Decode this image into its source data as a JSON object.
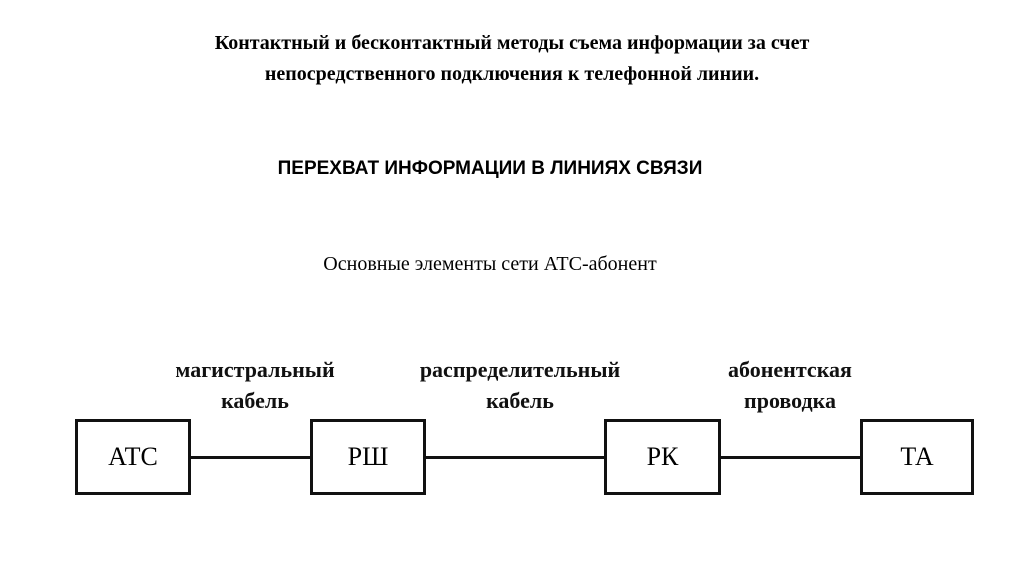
{
  "title": {
    "line1": "Контактный и бесконтактный методы съема информации за счет",
    "line2": "непосредственного подключения к телефонной линии."
  },
  "subtitle": "ПЕРЕХВАТ ИНФОРМАЦИИ В ЛИНИЯХ СВЯЗИ",
  "caption": "Основные элементы сети АТС-абонент",
  "diagram": {
    "nodes": [
      "АТС",
      "РШ",
      "РК",
      "ТА"
    ],
    "links": [
      {
        "line1": "магистральный",
        "line2": "кабель"
      },
      {
        "line1": "распределительный",
        "line2": "кабель"
      },
      {
        "line1": "абонентская",
        "line2": "проводка"
      }
    ]
  }
}
